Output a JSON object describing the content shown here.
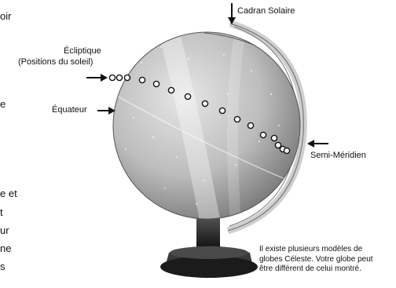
{
  "left_fragments": [
    "oir",
    "e",
    "e et",
    "t",
    "ur",
    "ne",
    "s"
  ],
  "labels": {
    "cadran": "Cadran Solaire",
    "ecliptique": "Écliptique",
    "positions": "(Positions du soleil)",
    "equateur": "Équateur",
    "semi_meridien": "Semi-Méridien"
  },
  "caption": [
    "Il existe plusieurs modèles de",
    "globes Céleste. Votre globe peut",
    "être différent de celui montré."
  ],
  "colors": {
    "globe_light": "#d9d9d9",
    "globe_dark": "#8a8a8a",
    "stand": "#2b2b2b",
    "meridian": "#e8e8e8",
    "text": "#111111"
  }
}
